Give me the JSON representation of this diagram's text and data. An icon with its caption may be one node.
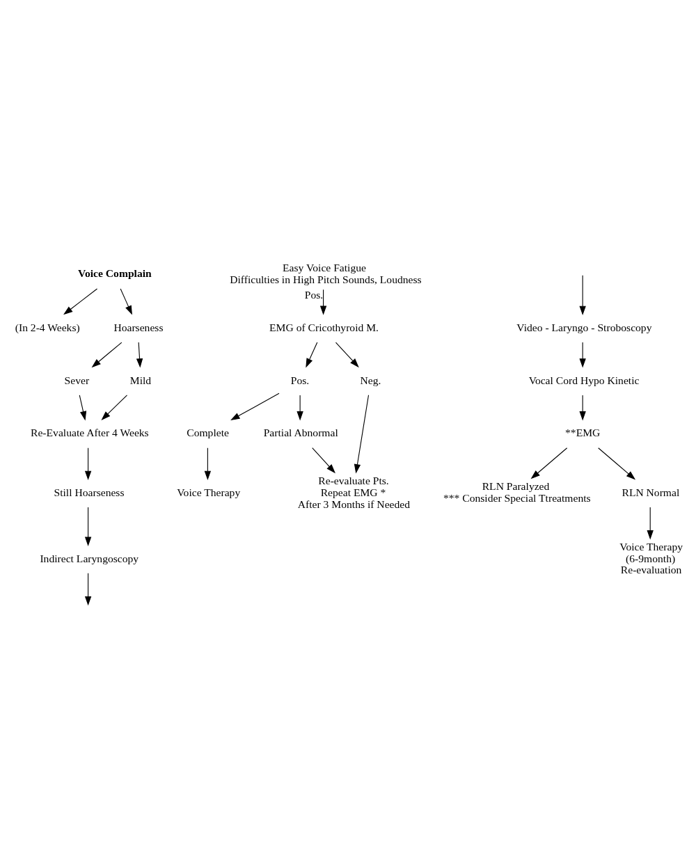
{
  "diagram": {
    "nodes": [
      {
        "text": [
          "Voice Complain"
        ]
      },
      {
        "text": [
          "(In 2-4 Weeks)"
        ]
      },
      {
        "text": [
          "Easy Voice Fatigue",
          "Difficulties in High Pitch Sounds, Loudness"
        ]
      },
      {
        "text": [
          "EMG of Cricothyroid M."
        ]
      },
      {
        "text": [
          "Pos."
        ]
      },
      {
        "text": [
          "Neg."
        ]
      },
      {
        "text": [
          "Complete"
        ]
      },
      {
        "text": [
          "Partial Abnormal"
        ]
      },
      {
        "text": [
          "Voice Therapy"
        ]
      },
      {
        "text": [
          "Re-evaluate Pts.",
          "Repeat EMG *",
          "After 3 Months if Needed"
        ]
      },
      {
        "text": [
          "Hoarseness"
        ]
      },
      {
        "text": [
          "Sever"
        ]
      },
      {
        "text": [
          "Mild"
        ]
      },
      {
        "text": [
          "Re-Evaluate After 4 Weeks"
        ]
      },
      {
        "text": [
          "Still Hoarseness"
        ]
      },
      {
        "text": [
          "Indirect Laryngoscopy"
        ]
      },
      {
        "text": [
          "Video - Laryngo - Stroboscopy"
        ]
      },
      {
        "text": [
          "Vocal Cord Hypo Kinetic"
        ]
      },
      {
        "text": [
          "**EMG"
        ]
      },
      {
        "text": [
          "RLN Paralyzed",
          "*** Consider Special Ttreatments"
        ]
      },
      {
        "text": [
          "RLN Normal"
        ]
      },
      {
        "text": [
          "Voice Therapy",
          "(6-9month)",
          "Re-evaluation"
        ]
      }
    ],
    "edges": [
      {
        "from": 0,
        "to": 1,
        "arrow": "to"
      },
      {
        "from": 0,
        "to": 10,
        "arrow": "to"
      },
      {
        "from": 2,
        "to": 3,
        "arrow": "to",
        "label": "Pos."
      },
      {
        "from": 3,
        "to": 4,
        "arrow": "to"
      },
      {
        "from": 3,
        "to": 5,
        "arrow": "to"
      },
      {
        "from": 4,
        "to": 6,
        "arrow": "to"
      },
      {
        "from": 4,
        "to": 7,
        "arrow": "to"
      },
      {
        "from": 6,
        "to": 8,
        "arrow": "to"
      },
      {
        "from": 7,
        "to": 9,
        "arrow": "to"
      },
      {
        "from": 5,
        "to": 9,
        "arrow": "to"
      },
      {
        "from": 10,
        "to": 11,
        "arrow": "to"
      },
      {
        "from": 10,
        "to": 12,
        "arrow": "to"
      },
      {
        "from": 11,
        "to": 13,
        "arrow": "to"
      },
      {
        "from": 12,
        "to": 13,
        "arrow": "to"
      },
      {
        "from": 13,
        "to": 14,
        "arrow": "to"
      },
      {
        "from": 14,
        "to": 15,
        "arrow": "to"
      },
      {
        "from": 15,
        "to": null,
        "arrow": "to"
      },
      {
        "from": null,
        "to": 16,
        "arrow": "to"
      },
      {
        "from": 16,
        "to": 17,
        "arrow": "to"
      },
      {
        "from": 17,
        "to": 18,
        "arrow": "to"
      },
      {
        "from": 18,
        "to": 19,
        "arrow": "to"
      },
      {
        "from": 18,
        "to": 20,
        "arrow": "to"
      },
      {
        "from": 20,
        "to": 21,
        "arrow": "to"
      }
    ]
  }
}
